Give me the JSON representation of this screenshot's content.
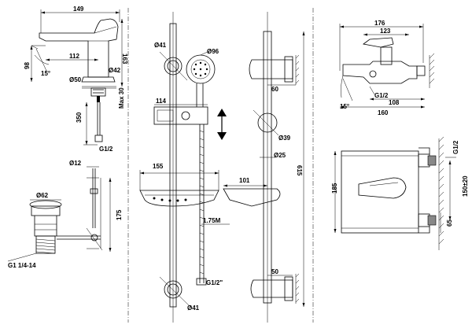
{
  "dimensions": {
    "basin_width": "149",
    "basin_height": "163",
    "basin_spout_height": "98",
    "basin_spout_reach": "112",
    "basin_angle": "15°",
    "basin_base_dia": "Ø50",
    "basin_hole_dia": "Ø42",
    "basin_max": "Max 30",
    "basin_hose": "350",
    "basin_conn": "G1/2",
    "waste_pipe_dia": "Ø12",
    "waste_head_dia": "Ø62",
    "waste_length": "175",
    "waste_thread": "G1 1/4-14",
    "rail_top_dia": "Ø41",
    "handshower_dia": "Ø96",
    "slider_width": "114",
    "hose_length": "1.75M",
    "hose_conn": "G1/2\"",
    "rail_bottom_dia": "Ø41",
    "dish_width": "155",
    "side_offset": "60",
    "bracket_dia": "Ø39",
    "rail_dia": "Ø25",
    "dish_depth": "101",
    "total_height": "615",
    "bottom_offset": "50",
    "bath_width": "176",
    "bath_body": "123",
    "bath_conn": "G1/2",
    "bath_depth": "108",
    "bath_total": "160",
    "bath_angle": "15°",
    "wall_height": "185",
    "wall_center": "150±20",
    "wall_conn": "G1/2",
    "wall_65": "65"
  }
}
